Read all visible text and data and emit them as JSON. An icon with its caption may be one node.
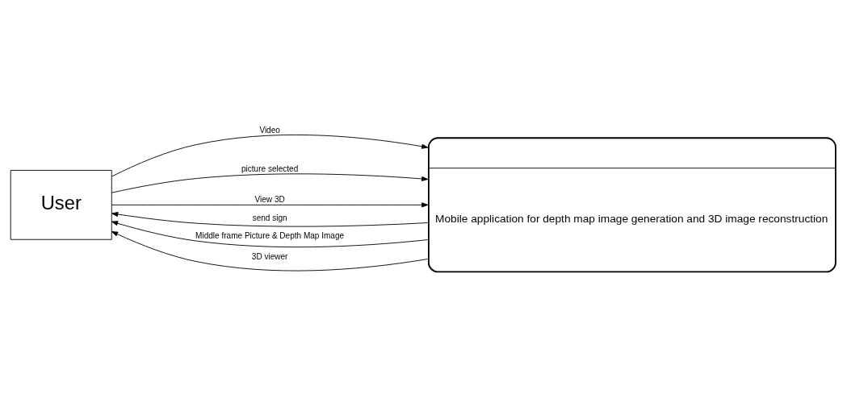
{
  "diagram": {
    "nodes": [
      {
        "text": [
          "User"
        ]
      },
      {
        "text": [
          "Mobile application for depth map image generation and 3D image reconstruction"
        ]
      }
    ],
    "edges": [
      {
        "from": 0,
        "to": 1,
        "arrow": "to",
        "label": "Video"
      },
      {
        "from": 1,
        "to": 0,
        "arrow": "to",
        "label": "send sign"
      },
      {
        "from": 0,
        "to": 1,
        "arrow": "to",
        "label": "picture selected"
      },
      {
        "from": 1,
        "to": 0,
        "arrow": "to",
        "label": "Middle frame Picture & Depth Map Image"
      },
      {
        "from": 0,
        "to": 1,
        "arrow": "to",
        "label": "View 3D"
      },
      {
        "from": 1,
        "to": 0,
        "arrow": "to",
        "label": "3D viewer"
      }
    ]
  }
}
